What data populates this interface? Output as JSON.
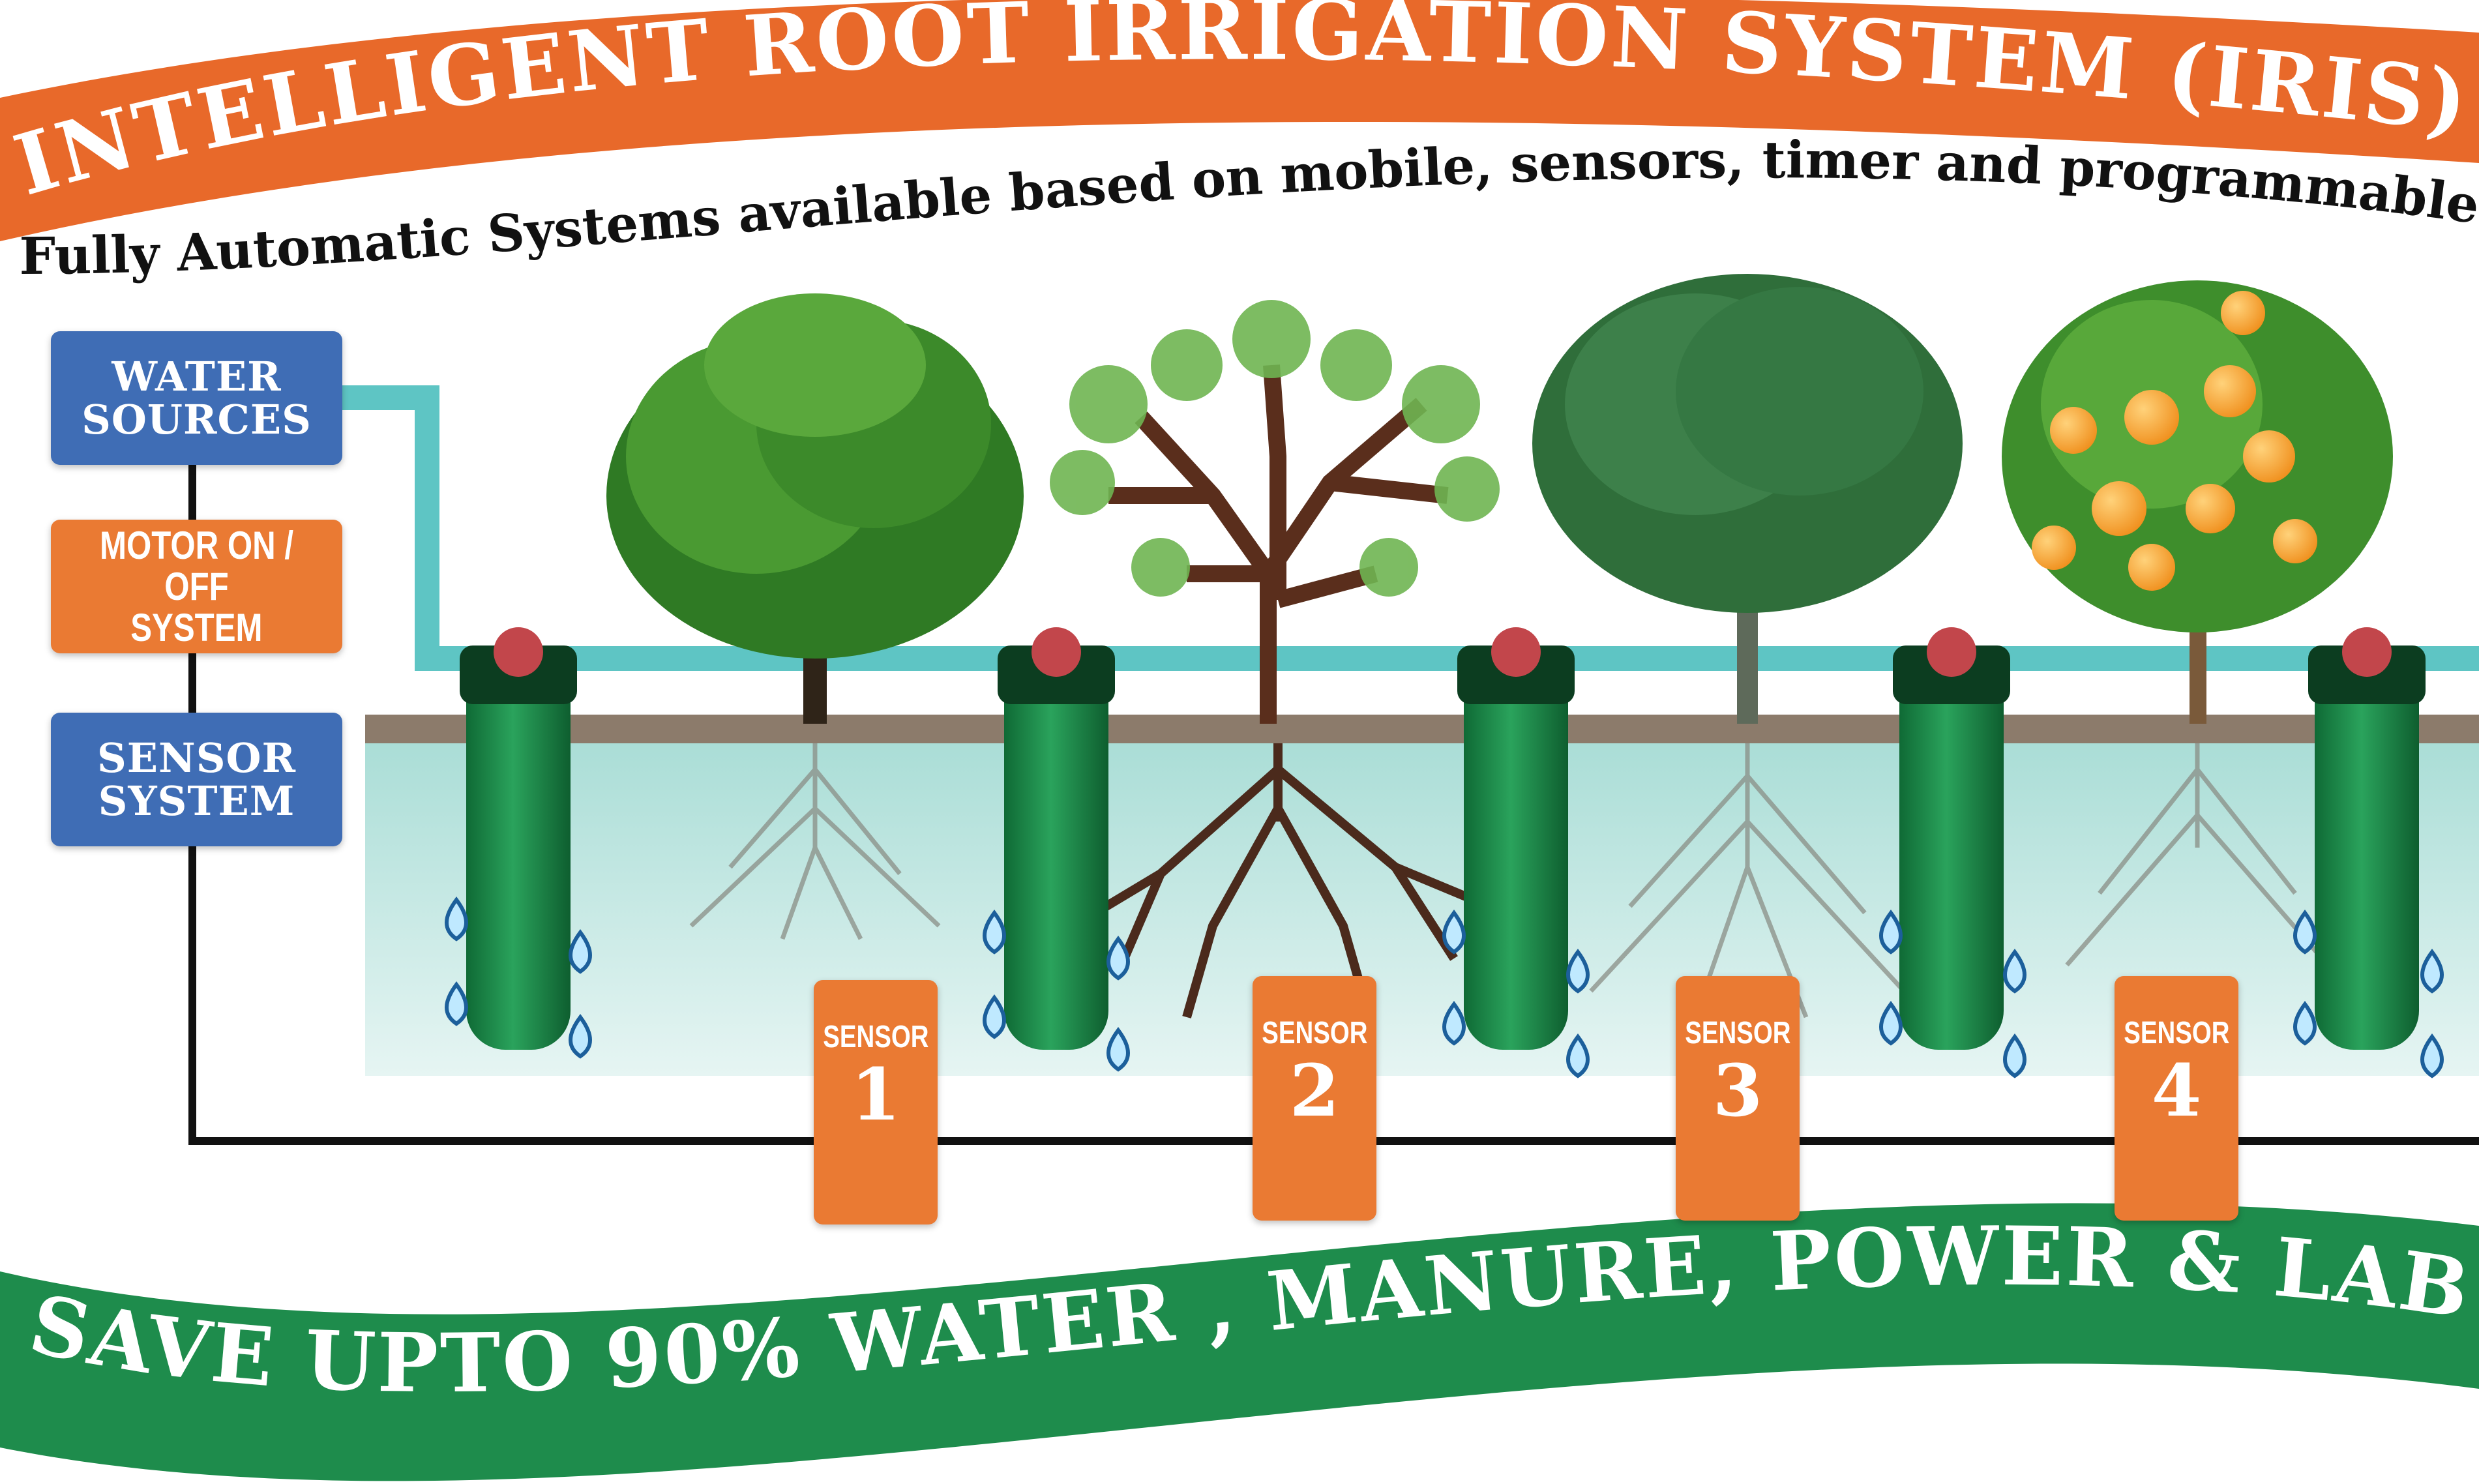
{
  "header": {
    "title": "INTELLIGENT ROOT IRRIGATION SYSTEM (IRIS) FOR TREES",
    "subtitle": "Fully Automatic Systems available based on mobile, sensors, timer and programmable"
  },
  "control_boxes": [
    {
      "lines": [
        "WATER",
        "SOURCES"
      ],
      "color": "#3f6db5"
    },
    {
      "lines": [
        "MOTOR ON / OFF",
        "SYSTEM"
      ],
      "color": "#ea7a33"
    },
    {
      "lines": [
        "SENSOR",
        "SYSTEM"
      ],
      "color": "#3f6db5"
    }
  ],
  "sensors": [
    {
      "label": "SENSOR",
      "number": "1"
    },
    {
      "label": "SENSOR",
      "number": "2"
    },
    {
      "label": "SENSOR",
      "number": "3"
    },
    {
      "label": "SENSOR",
      "number": "4"
    }
  ],
  "footer": {
    "banner": "SAVE UPTO 90% WATER , MANURE, POWER & LABOUR"
  },
  "colors": {
    "banner_orange": "#e8692a",
    "banner_green": "#1e8c4c",
    "pipe": "#5ec5c4",
    "soil_line": "#8c7b6b",
    "water_zone": "#c6e9e4",
    "emitter": "#1f8a4c"
  }
}
